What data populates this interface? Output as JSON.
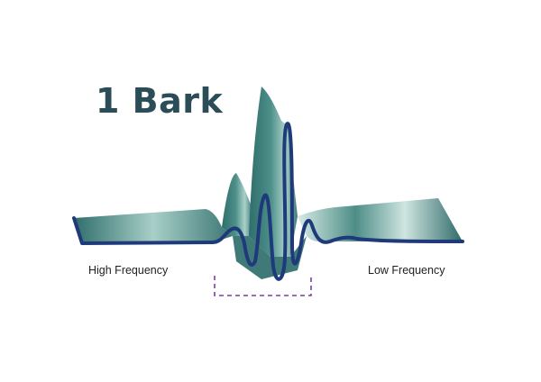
{
  "title": "1 Bark",
  "labels": {
    "left": "High Frequency",
    "right": "Low Frequency"
  },
  "colors": {
    "wave_stroke": "#1f3a7a",
    "wave_fill_dark": "#3f7a78",
    "wave_fill_light": "#d4e8e4",
    "bracket": "#7a3fa0",
    "title": "#2b4d57"
  },
  "icons": {
    "bandwidth_bracket": "dashed-bracket-icon",
    "waveform": "traveling-wave-icon"
  }
}
